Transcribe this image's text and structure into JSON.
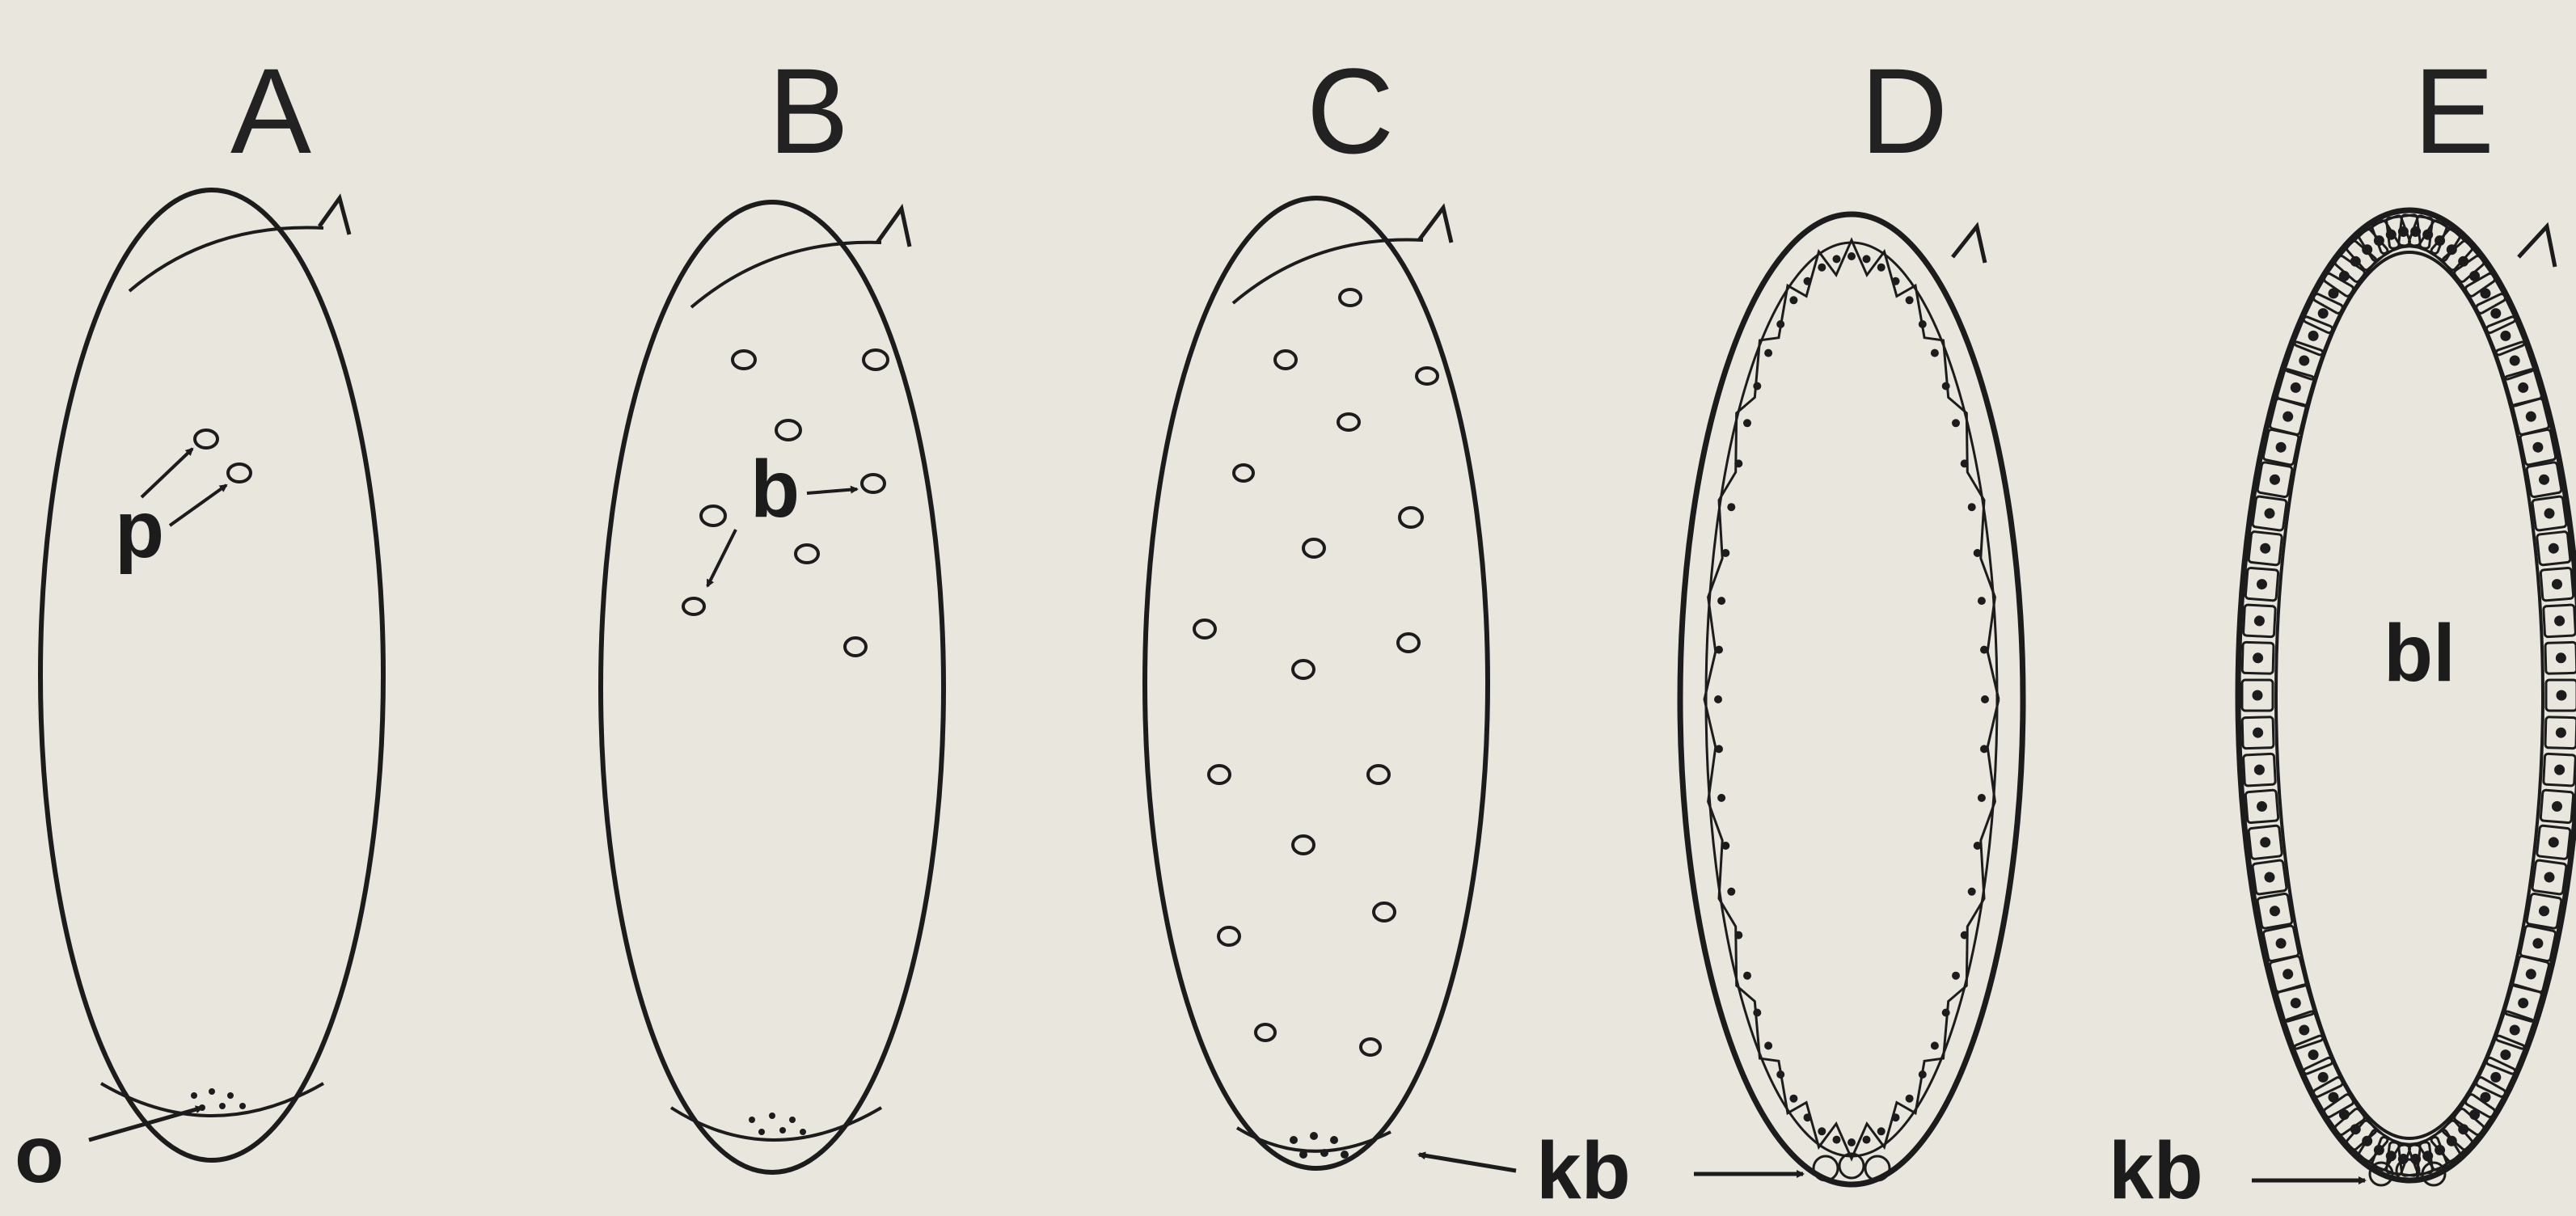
{
  "panels": [
    {
      "letter": "A"
    },
    {
      "letter": "B"
    },
    {
      "letter": "C"
    },
    {
      "letter": "D"
    },
    {
      "letter": "E"
    }
  ],
  "labels": {
    "p": "p",
    "o": "o",
    "b": "b",
    "kb_c": "kb",
    "kb_e": "kb",
    "bl": "bl"
  },
  "colors": {
    "ink": "#1c1c1c",
    "paper": "#e9e6de"
  }
}
